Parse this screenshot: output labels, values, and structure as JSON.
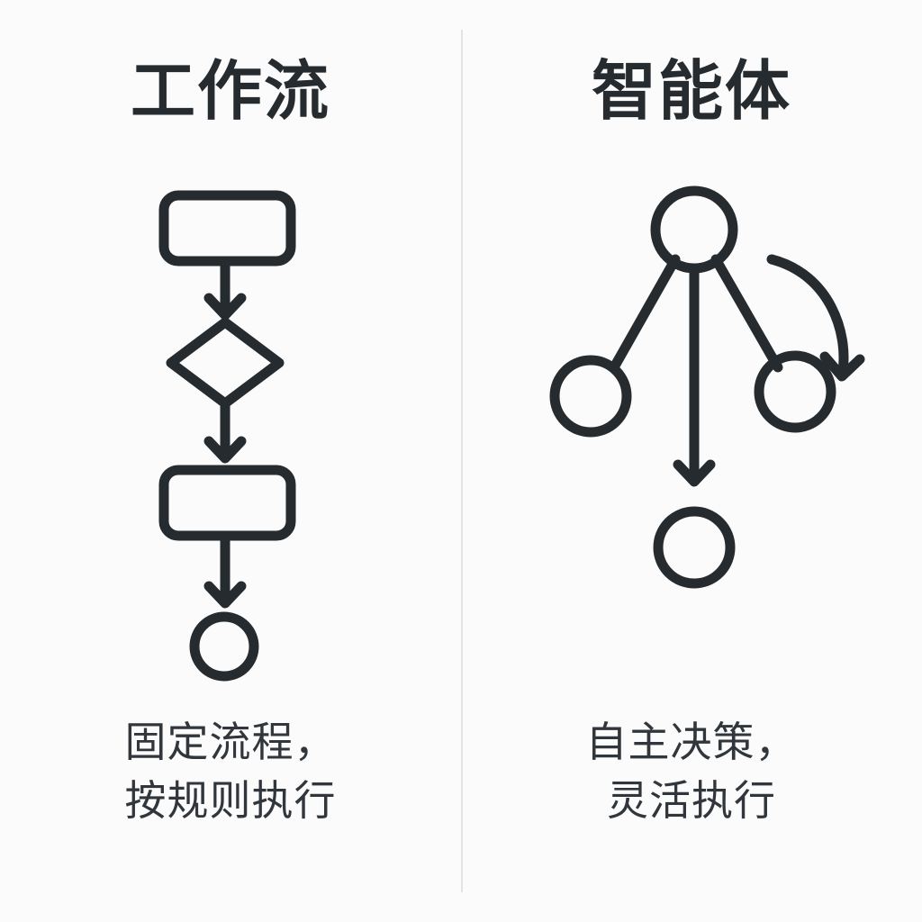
{
  "meta": {
    "background_color": "#fbfbfb",
    "stroke_color": "#262b2f",
    "divider_color": "#e3e3e3",
    "text_color": "#30363b"
  },
  "divider": {
    "name": "vertical-divider"
  },
  "panels": [
    {
      "id": "workflow",
      "title": "工作流",
      "caption_lines": [
        "固定流程，",
        "按规则执行"
      ],
      "diagram": {
        "type": "flowchart",
        "description": "linear top-to-bottom flowchart",
        "nodes": [
          {
            "name": "process-box-1",
            "shape": "rounded-rectangle"
          },
          {
            "name": "decision-diamond",
            "shape": "diamond"
          },
          {
            "name": "process-box-2",
            "shape": "rounded-rectangle"
          },
          {
            "name": "end-circle",
            "shape": "circle"
          }
        ],
        "connectors": [
          {
            "name": "arrow-box1-to-diamond",
            "style": "straight-arrow-down"
          },
          {
            "name": "arrow-diamond-to-box2",
            "style": "straight-arrow-down"
          },
          {
            "name": "arrow-box2-to-circle",
            "style": "straight-arrow-down"
          }
        ]
      }
    },
    {
      "id": "agent",
      "title": "智能体",
      "caption_lines": [
        "自主决策，",
        "灵活执行"
      ],
      "diagram": {
        "type": "node-graph",
        "description": "central hub node branching to three nodes with a feedback loop arrow",
        "nodes": [
          {
            "name": "hub-circle",
            "shape": "circle"
          },
          {
            "name": "branch-circle-left",
            "shape": "circle"
          },
          {
            "name": "branch-circle-right",
            "shape": "circle"
          },
          {
            "name": "branch-circle-bottom",
            "shape": "circle"
          }
        ],
        "connectors": [
          {
            "name": "edge-hub-to-left",
            "style": "straight-line"
          },
          {
            "name": "edge-hub-to-right",
            "style": "straight-line"
          },
          {
            "name": "arrow-hub-to-bottom",
            "style": "straight-arrow-down"
          },
          {
            "name": "feedback-loop-arrow",
            "style": "curved-arrow"
          }
        ]
      }
    }
  ]
}
